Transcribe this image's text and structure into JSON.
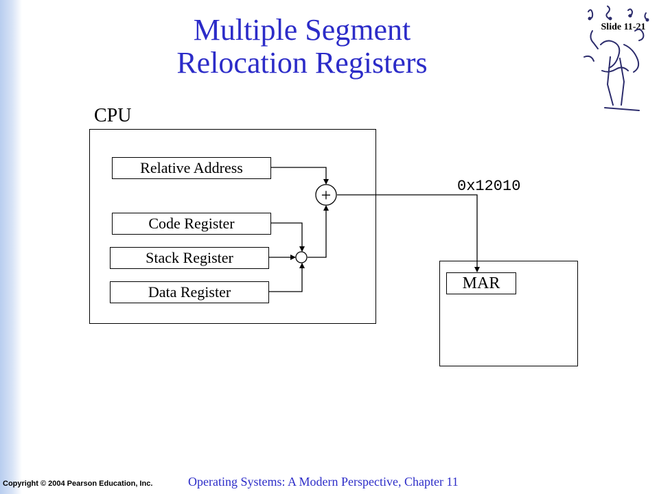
{
  "slide": {
    "title_line1": "Multiple Segment",
    "title_line2": "Relocation Registers",
    "slide_number": "Slide 11-21",
    "copyright": "Copyright © 2004 Pearson Education, Inc.",
    "footer": "Operating Systems: A Modern Perspective, Chapter 11"
  },
  "colors": {
    "title": "#2c2cc8",
    "sidebar": "#b8cdef"
  },
  "diagram": {
    "cpu_label": "CPU",
    "registers": {
      "relative_address": "Relative Address",
      "code": "Code Register",
      "stack": "Stack Register",
      "data": "Data Register"
    },
    "adder_symbol": "+",
    "address_value": "0x12010",
    "mar_label": "MAR"
  }
}
